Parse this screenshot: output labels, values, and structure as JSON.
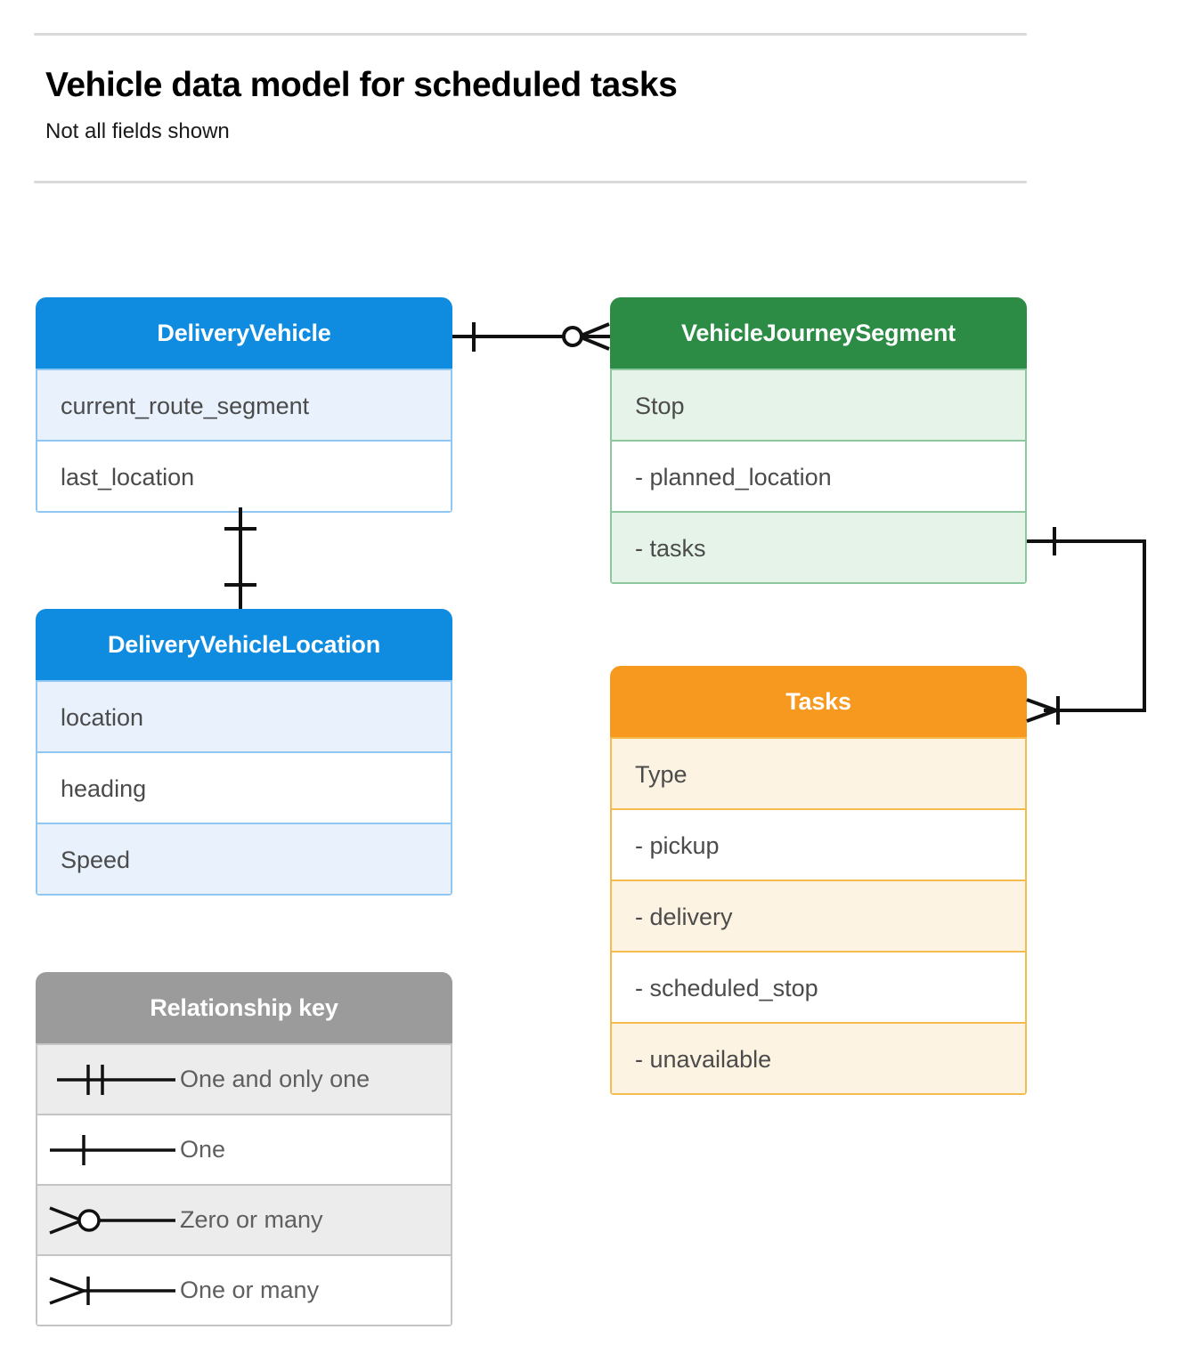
{
  "header": {
    "title": "Vehicle data model for scheduled tasks",
    "subtitle": "Not all fields shown"
  },
  "entities": [
    {
      "name": "DeliveryVehicle",
      "color": "#0f8ce0",
      "rows": [
        "current_route_segment",
        "last_location"
      ]
    },
    {
      "name": "VehicleJourneySegment",
      "color": "#2c8c46",
      "rows": [
        "Stop",
        "-  planned_location",
        "- tasks"
      ]
    },
    {
      "name": "DeliveryVehicleLocation",
      "color": "#0f8ce0",
      "rows": [
        "location",
        "heading",
        "Speed"
      ]
    },
    {
      "name": "Tasks",
      "color": "#f7991e",
      "rows": [
        "Type",
        "-  pickup",
        "-  delivery",
        "-  scheduled_stop",
        "-  unavailable"
      ]
    }
  ],
  "legend": {
    "title": "Relationship key",
    "header_color": "#9b9b9b",
    "items": [
      {
        "symbol": "one-and-only-one-icon",
        "label": "One and only one"
      },
      {
        "symbol": "one-icon",
        "label": "One"
      },
      {
        "symbol": "zero-or-many-icon",
        "label": "Zero or many"
      },
      {
        "symbol": "one-or-many-icon",
        "label": "One or many"
      }
    ]
  },
  "relationships": [
    {
      "from": "DeliveryVehicle",
      "to": "VehicleJourneySegment",
      "from_cardinality": "One",
      "to_cardinality": "Zero or many"
    },
    {
      "from": "DeliveryVehicle",
      "to": "DeliveryVehicleLocation",
      "from_cardinality": "One",
      "to_cardinality": "One"
    },
    {
      "from": "VehicleJourneySegment.tasks",
      "to": "Tasks",
      "from_cardinality": "One",
      "to_cardinality": "One or many"
    }
  ],
  "colors": {
    "line": "#111111",
    "rule": "#d9d9d9",
    "text": "#4b4b4b",
    "legend_text": "#5f5f5f"
  }
}
